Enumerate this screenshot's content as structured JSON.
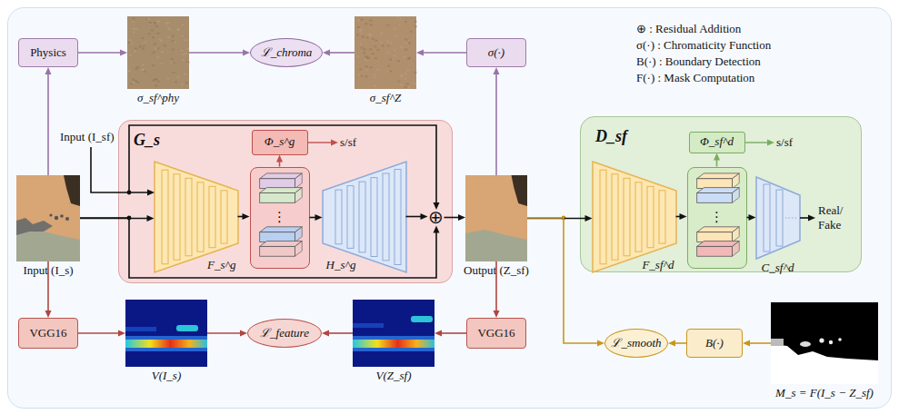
{
  "diagram": {
    "nodes": [
      {
        "text": [
          "Physics"
        ]
      },
      {
        "text": [
          "σ_sf^phy"
        ]
      },
      {
        "text": [
          "ℒ_chroma"
        ]
      },
      {
        "text": [
          "σ_sf^Z"
        ]
      },
      {
        "text": [
          "σ(·)"
        ]
      },
      {
        "text": [
          "Input (I_s)"
        ]
      },
      {
        "text": [
          "G_s"
        ]
      },
      {
        "text": [
          "F_s^g"
        ],
        "in": 6
      },
      {
        "text": [
          "Φ_s^g"
        ],
        "in": 6
      },
      {
        "text": [
          "⋮"
        ],
        "in": 6
      },
      {
        "text": [
          "H_s^g"
        ],
        "in": 6
      },
      {
        "text": [
          "⊕"
        ],
        "in": 6
      },
      {
        "text": [
          "Output (Z_sf)"
        ]
      },
      {
        "text": [
          "D_sf"
        ]
      },
      {
        "text": [
          "F_sf^d"
        ],
        "in": 13
      },
      {
        "text": [
          "Φ_sf^d"
        ],
        "in": 13
      },
      {
        "text": [
          "⋮"
        ],
        "in": 13
      },
      {
        "text": [
          "C_sf^d"
        ],
        "in": 13
      },
      {
        "text": [
          "VGG16"
        ]
      },
      {
        "text": [
          "V(I_s)"
        ]
      },
      {
        "text": [
          "ℒ_feature"
        ]
      },
      {
        "text": [
          "V(Z_sf)"
        ]
      },
      {
        "text": [
          "VGG16"
        ]
      },
      {
        "text": [
          "ℒ_smooth"
        ]
      },
      {
        "text": [
          "B(·)"
        ]
      },
      {
        "text": [
          "M_s = F(I_s − Z_sf)"
        ]
      }
    ],
    "edges": [
      {
        "from": 5,
        "to": 0,
        "arrow": "to"
      },
      {
        "from": 0,
        "to": 1,
        "arrow": "to"
      },
      {
        "from": 1,
        "to": 2,
        "arrow": "to"
      },
      {
        "from": 3,
        "to": 2,
        "arrow": "to"
      },
      {
        "from": 4,
        "to": 3,
        "arrow": "to"
      },
      {
        "from": 12,
        "to": 4,
        "arrow": "to"
      },
      {
        "from": 5,
        "to": 7,
        "arrow": "to"
      },
      {
        "from": 5,
        "to": 11,
        "arrow": "to"
      },
      {
        "from": 7,
        "to": 9,
        "arrow": "to"
      },
      {
        "from": 9,
        "to": 10,
        "arrow": "to"
      },
      {
        "from": 10,
        "to": 11,
        "arrow": "to"
      },
      {
        "from": 11,
        "to": 12,
        "arrow": "to"
      },
      {
        "from": 9,
        "to": 8,
        "arrow": "to"
      },
      {
        "from": 12,
        "to": 14,
        "arrow": "to"
      },
      {
        "from": 14,
        "to": 16,
        "arrow": "to"
      },
      {
        "from": 16,
        "to": 17,
        "arrow": "to"
      },
      {
        "from": 16,
        "to": 15,
        "arrow": "to"
      },
      {
        "from": 5,
        "to": 18,
        "arrow": "to"
      },
      {
        "from": 18,
        "to": 19,
        "arrow": "to"
      },
      {
        "from": 19,
        "to": 20,
        "arrow": "to"
      },
      {
        "from": 21,
        "to": 20,
        "arrow": "to"
      },
      {
        "from": 22,
        "to": 21,
        "arrow": "to"
      },
      {
        "from": 12,
        "to": 22,
        "arrow": "to"
      },
      {
        "from": 12,
        "to": 23,
        "arrow": "to"
      },
      {
        "from": 24,
        "to": 23,
        "arrow": "to"
      },
      {
        "from": 25,
        "to": 24,
        "arrow": "to"
      }
    ],
    "labels": [
      "Input (I_sf)",
      "s/sf",
      "s/sf",
      "Real/ Fake",
      "⊕ : Residual Addition",
      "σ(·) : Chromaticity Function",
      "B(·) : Boundary Detection",
      "F(·) : Mask Computation"
    ]
  }
}
